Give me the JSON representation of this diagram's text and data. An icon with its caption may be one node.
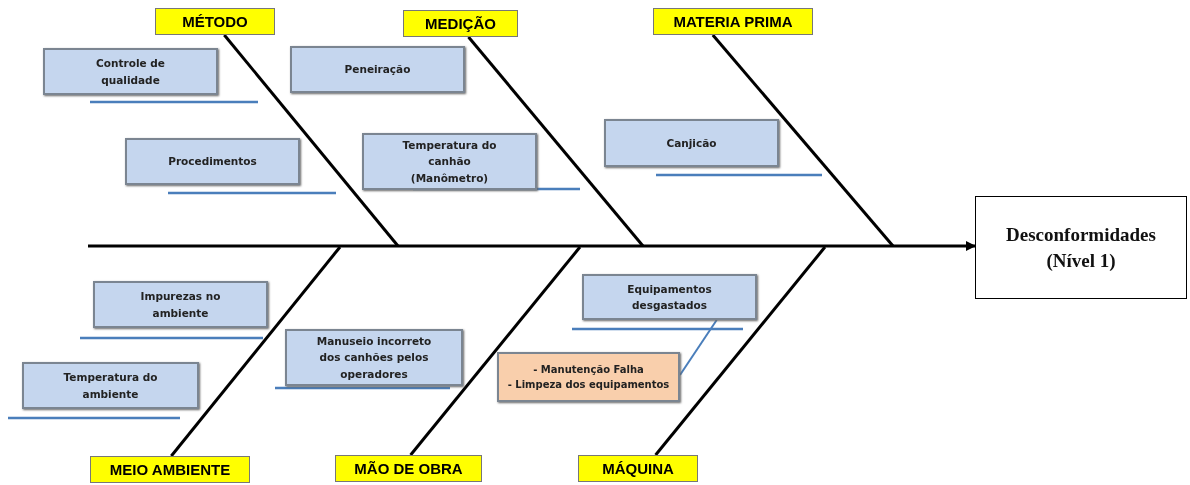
{
  "diagram": {
    "nodes": [
      {
        "text": [
          "MÉTODO"
        ]
      },
      {
        "text": [
          "MEDIÇÃO"
        ]
      },
      {
        "text": [
          "MATERIA PRIMA"
        ]
      },
      {
        "text": [
          "Controle de qualidade"
        ]
      },
      {
        "text": [
          "Peneiração"
        ]
      },
      {
        "text": [
          "Procedimentos"
        ]
      },
      {
        "text": [
          "Temperatura do canhão (Manômetro)"
        ]
      },
      {
        "text": [
          "Canjicão"
        ]
      },
      {
        "text": [
          "Desconformidades (Nível 1)"
        ]
      },
      {
        "text": [
          "Impurezas no ambiente"
        ]
      },
      {
        "text": [
          "Equipamentos desgastados"
        ]
      },
      {
        "text": [
          "Manuseio incorreto dos canhões pelos operadores"
        ]
      },
      {
        "text": [
          "- Manutenção Falha",
          "- Limpeza dos equipamentos"
        ]
      },
      {
        "text": [
          "Temperatura do ambiente"
        ]
      },
      {
        "text": [
          "MEIO AMBIENTE"
        ]
      },
      {
        "text": [
          "MÃO DE OBRA"
        ]
      },
      {
        "text": [
          "MÁQUINA"
        ]
      }
    ],
    "edges": [
      {
        "from": null,
        "to": 8,
        "arrow": "to"
      },
      {
        "from": 0,
        "to": null,
        "arrow": "none"
      },
      {
        "from": 1,
        "to": null,
        "arrow": "none"
      },
      {
        "from": 2,
        "to": null,
        "arrow": "none"
      },
      {
        "from": 14,
        "to": null,
        "arrow": "none"
      },
      {
        "from": 15,
        "to": null,
        "arrow": "none"
      },
      {
        "from": 16,
        "to": null,
        "arrow": "none"
      },
      {
        "from": 12,
        "to": 10,
        "arrow": "none",
        "color": "#4a7ebb"
      }
    ]
  }
}
